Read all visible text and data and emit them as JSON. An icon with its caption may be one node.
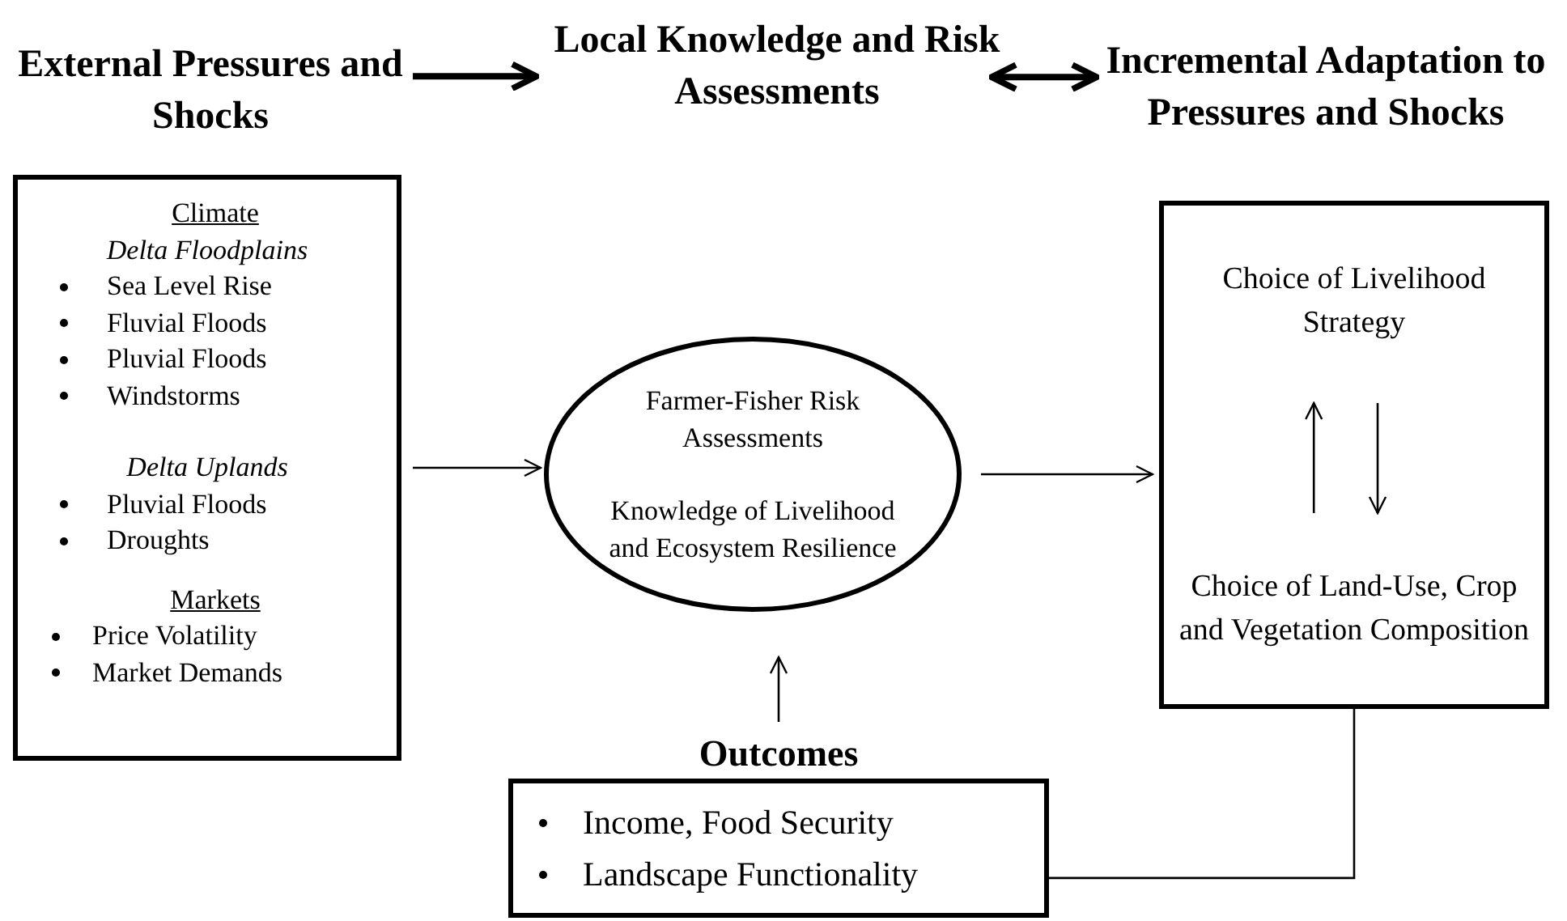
{
  "diagram": {
    "nodes": [
      {
        "text": [
          "External Pressures and Shocks"
        ]
      },
      {
        "text": [
          "Local Knowledge and Risk Assessments"
        ]
      },
      {
        "text": [
          "Incremental Adaptation to Pressures and Shocks"
        ]
      },
      {
        "text": [
          "Climate",
          "Delta Floodplains",
          "Sea Level Rise",
          "Fluvial Floods",
          "Pluvial Floods",
          "Windstorms",
          "Delta Uplands",
          "Pluvial Floods",
          "Droughts",
          "Markets",
          "Price Volatility",
          "Market Demands"
        ]
      },
      {
        "text": [
          "Farmer-Fisher Risk Assessments",
          "Knowledge of Livelihood and Ecosystem Resilience"
        ]
      },
      {
        "text": [],
        "shape": "box"
      },
      {
        "text": [
          "Choice of Livelihood Strategy"
        ],
        "in": 5
      },
      {
        "text": [
          "Choice of Land-Use, Crop and Vegetation Composition"
        ],
        "in": 5
      },
      {
        "text": [
          "Outcomes",
          "Income, Food Security",
          "Landscape Functionality"
        ]
      }
    ],
    "edges": [
      {
        "from": 0,
        "to": 1,
        "arrow": "to",
        "style": "thick"
      },
      {
        "from": 1,
        "to": 2,
        "arrow": "both",
        "style": "thick"
      },
      {
        "from": 3,
        "to": 4,
        "arrow": "to"
      },
      {
        "from": 4,
        "to": 5,
        "arrow": "to"
      },
      {
        "from": 7,
        "to": 6,
        "arrow": "to"
      },
      {
        "from": 6,
        "to": 7,
        "arrow": "to"
      },
      {
        "from": 8,
        "to": 4,
        "arrow": "to"
      },
      {
        "from": 5,
        "to": 8,
        "arrow": "none"
      }
    ]
  }
}
